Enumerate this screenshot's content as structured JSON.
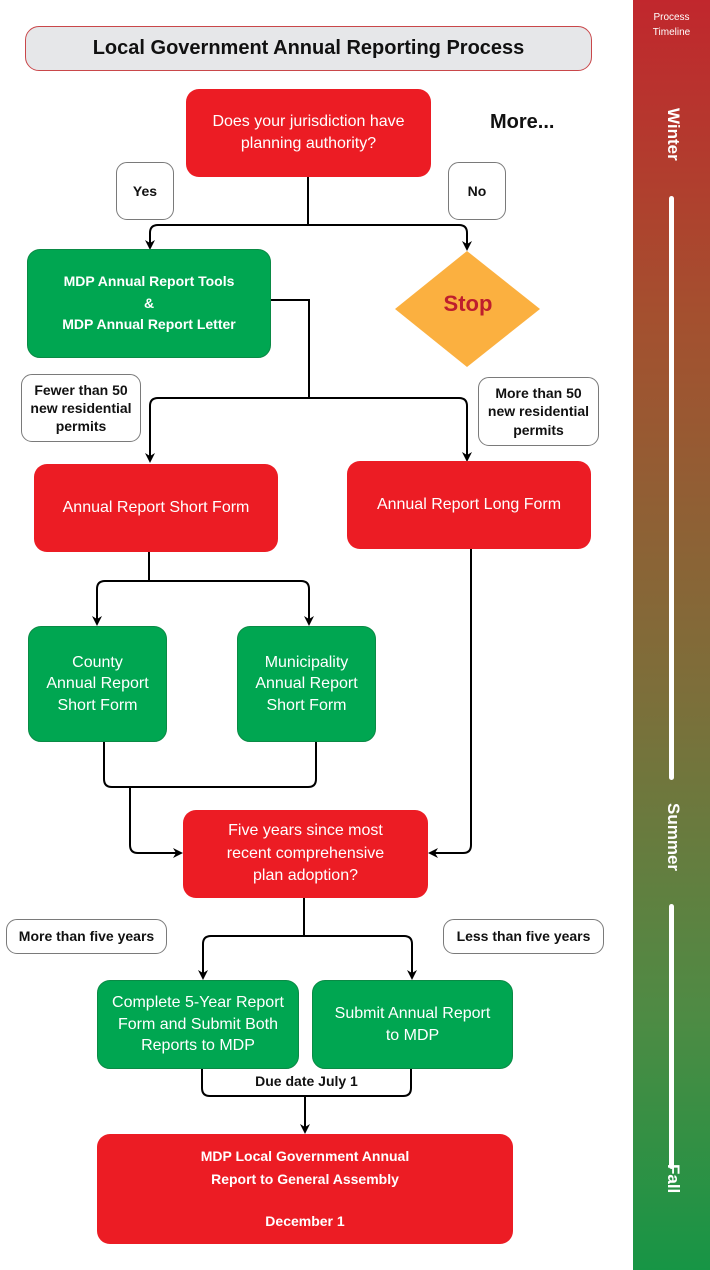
{
  "title": "Local Government Annual Reporting Process",
  "more_link": "More...",
  "colors": {
    "decision_red": "#ec1c24",
    "action_green": "#00a651",
    "stop_orange": "#fbb040",
    "stop_text": "#be1e2d",
    "title_bg": "#e6e7e9",
    "title_border": "#c9474a",
    "timeline_top": "#c1272d",
    "timeline_bottom": "#179545"
  },
  "nodes": {
    "planning_authority": "Does your jurisdiction have planning authority?",
    "mdp_tools_line1": "MDP Annual Report Tools",
    "mdp_tools_line2": "&",
    "mdp_tools_line3": "MDP Annual Report Letter",
    "stop": "Stop",
    "short_form": "Annual Report Short Form",
    "long_form": "Annual Report Long Form",
    "county_line1": "County",
    "county_line2": "Annual Report",
    "county_line3": "Short Form",
    "municipality_line1": "Municipality",
    "municipality_line2": "Annual Report",
    "municipality_line3": "Short Form",
    "five_years": "Five years since most recent comprehensive plan adoption?",
    "complete_five_year": "Complete 5-Year Report Form and Submit Both Reports to MDP",
    "submit_annual": "Submit Annual Report to MDP",
    "final_line1": "MDP Local Government Annual",
    "final_line2": "Report to General Assembly",
    "final_date": "December 1"
  },
  "edge_labels": {
    "yes": "Yes",
    "no": "No",
    "fewer_50_line1": "Fewer than 50",
    "fewer_50_line2": "new residential",
    "fewer_50_line3": "permits",
    "more_50_line1": "More than 50",
    "more_50_line2": "new residential",
    "more_50_line3": "permits",
    "more_five": "More than five years",
    "less_five": "Less than five years",
    "due_date": "Due date July 1"
  },
  "timeline": {
    "title_line1": "Process",
    "title_line2": "Timeline",
    "seasons": [
      "Winter",
      "Summer",
      "Fall"
    ]
  }
}
